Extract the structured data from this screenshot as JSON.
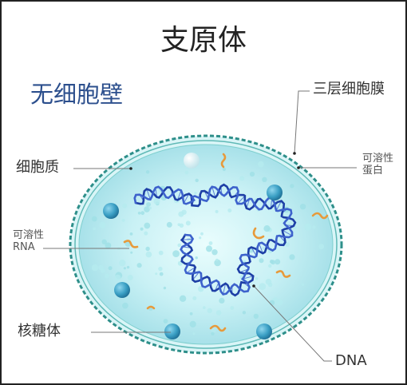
{
  "title": "支原体",
  "labels": {
    "no_cell_wall": "无细胞壁",
    "cytoplasm": "细胞质",
    "soluble_rna_1": "可溶性",
    "soluble_rna_2": "RNA",
    "ribosome": "核糖体",
    "membrane": "三层细胞膜",
    "soluble_protein_1": "可溶性",
    "soluble_protein_2": "蛋白",
    "dna": "DNA"
  },
  "colors": {
    "title": "#222222",
    "no_cell_wall": "#2c4f8d",
    "membrane": "#2e8f8a",
    "cell_fill": "#bfeff3",
    "dna": "#2d4fb8",
    "ribosome": "#3a9fc4",
    "rna": "#e79a3b",
    "leader": "#777777"
  }
}
